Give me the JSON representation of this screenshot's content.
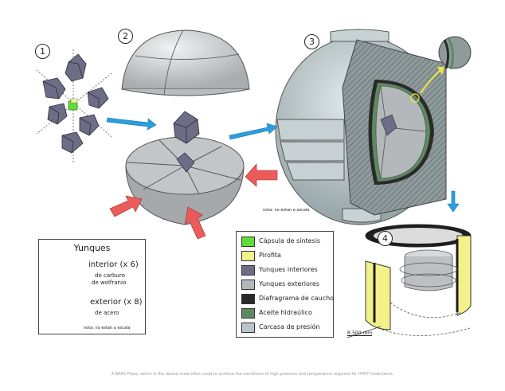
{
  "steps": [
    "1",
    "2",
    "3",
    "4"
  ],
  "legend": {
    "title": "Yunques",
    "interior": {
      "line1": "interior (x  6)",
      "line2": "de carburo",
      "line3": "de wolfranio"
    },
    "exterior": {
      "line1": "exterior (x 8)",
      "line2": "de acero"
    },
    "note": "nota: no estan a escala"
  },
  "materials": [
    {
      "label": "Cápsula de síntesis",
      "color": "#5ddc3a"
    },
    {
      "label": "Pirofita",
      "color": "#f3f18a"
    },
    {
      "label": "Yunques interiores",
      "color": "#6e6d86"
    },
    {
      "label": "Yunques exteriores",
      "color": "#b5b8bb"
    },
    {
      "label": "Diafragrama  de caucho",
      "color": "#2a2a2a"
    },
    {
      "label": "Aceite hidraúlico",
      "color": "#5d8a60"
    },
    {
      "label": "Carcasa de presión",
      "color": "#b9c5c8"
    }
  ],
  "sphere_note": "nota: no estan a escala",
  "dimension_label": "R 500 mm",
  "caption": "A BARS Press, which is the device most often used to achieve the conditions of high pressure and temperature required for HPHT treatments.",
  "colors": {
    "arrow_blue": "#2b9fe0",
    "arrow_red": "#ec5b5b",
    "shell": "#b9c5c8",
    "inner_anvil": "#6e6d86",
    "outer_anvil": "#b5b8bb",
    "capsule": "#5ddc3a",
    "pyrophyllite": "#f3f18a",
    "highlight": "#f0e63c"
  }
}
